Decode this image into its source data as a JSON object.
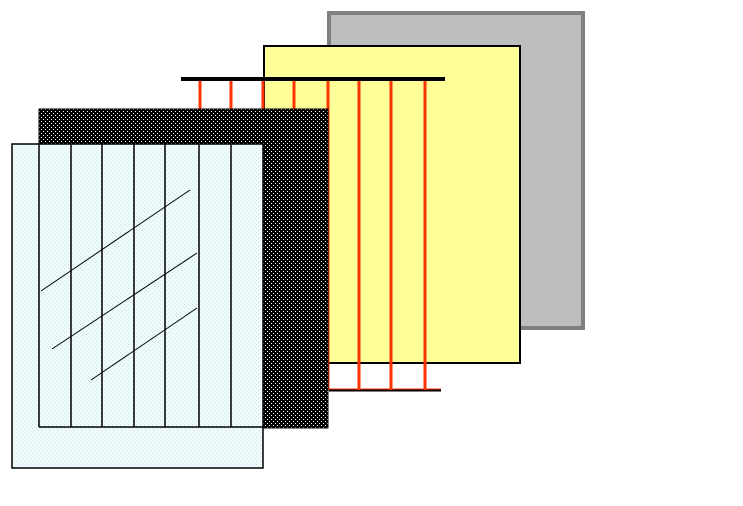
{
  "diagram": {
    "layers": [
      {
        "id": "back-plate",
        "fill": "#bdbdbd",
        "stroke": "#808080"
      },
      {
        "id": "yellow-sheet",
        "fill": "#ffff99",
        "stroke": "#000000"
      },
      {
        "id": "red-wire-grid",
        "stroke": "#ff3300",
        "bar_stroke": "#000000",
        "wire_count": 8
      },
      {
        "id": "dotted-black-sheet",
        "fill": "#000000",
        "dot_color": "#ffffff"
      },
      {
        "id": "front-glass-panel",
        "fill": "#e6f7f7",
        "dot_color": "#bfe8e8",
        "stroke": "#000000",
        "divider_count": 7
      }
    ]
  }
}
